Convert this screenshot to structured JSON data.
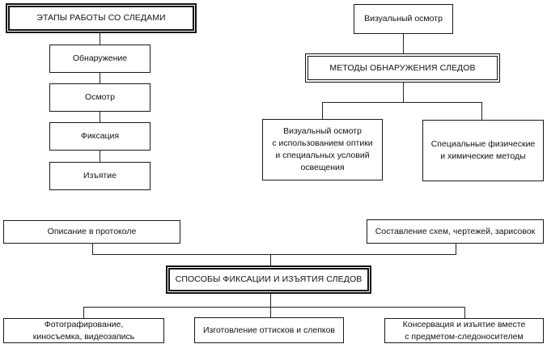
{
  "stages": {
    "title": "ЭТАПЫ РАБОТЫ СО СЛЕДАМИ",
    "items": [
      "Обнаружение",
      "Осмотр",
      "Фиксация",
      "Изъятие"
    ]
  },
  "detection": {
    "top": "Визуальный осмотр",
    "title": "МЕТОДЫ ОБНАРУЖЕНИЯ СЛЕДОВ",
    "methods": [
      "Визуальный осмотр\nс использованием оптики\nи специальных условий\nосвещения",
      "Специальные физические\nи химические методы"
    ]
  },
  "fixation": {
    "top": [
      "Описание в протоколе",
      "Составление схем, чертежей, зарисовок"
    ],
    "title": "СПОСОБЫ ФИКСАЦИИ И ИЗЪЯТИЯ СЛЕДОВ",
    "bottom": [
      "Фотографирование,\nкиносъемка, видеозапись",
      "Изготовление оттисков и слепков",
      "Консервация и изъятие вместе\nс предметом-следоносителем"
    ]
  }
}
